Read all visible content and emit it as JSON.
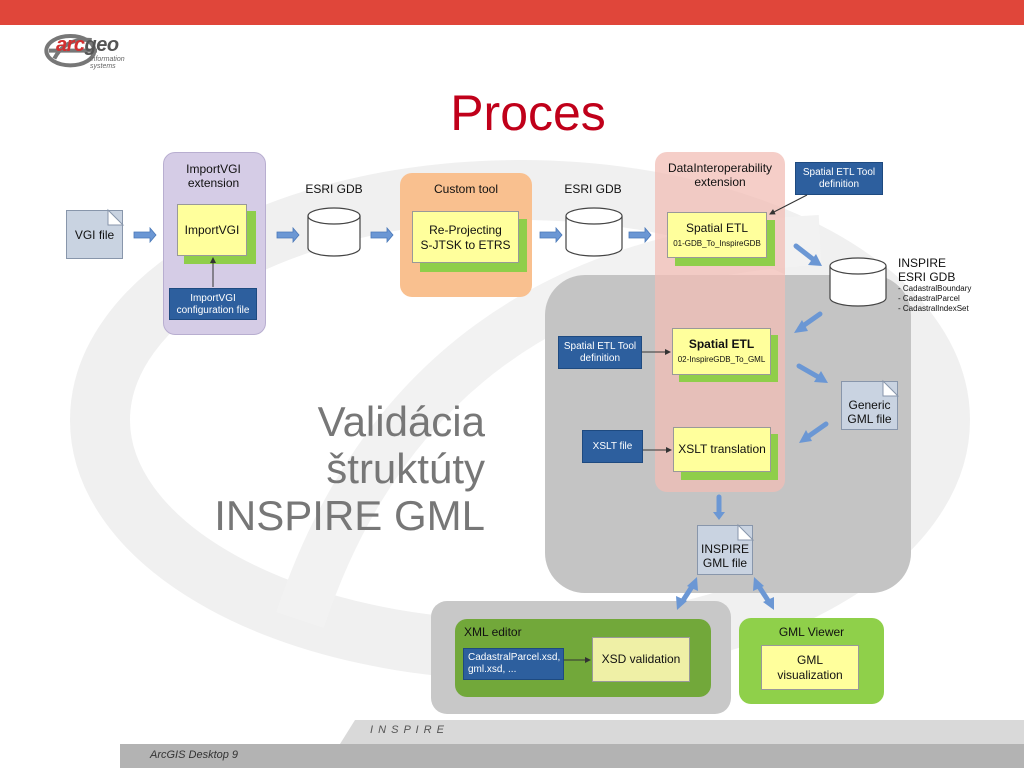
{
  "header": {
    "logo_text_arc": "arc",
    "logo_text_geo": "geo",
    "logo_sub_line1": "information",
    "logo_sub_line2": "systems",
    "title": "Proces"
  },
  "background_text": {
    "line1": "Validácia",
    "line2": "štruktúty",
    "line3": "INSPIRE GML"
  },
  "nodes": {
    "vgi_file": "VGI file",
    "importvgi_ext_line1": "ImportVGI",
    "importvgi_ext_line2": "extension",
    "importvgi": "ImportVGI",
    "importvgi_config_line1": "ImportVGI",
    "importvgi_config_line2": "configuration file",
    "esri_gdb_1": "ESRI GDB",
    "custom_tool": "Custom tool",
    "reproject_line1": "Re-Projecting",
    "reproject_line2": "S-JTSK to ETRS",
    "esri_gdb_2": "ESRI GDB",
    "datainterop_line1": "DataInteroperability",
    "datainterop_line2": "extension",
    "spatial_etl_def_top_line1": "Spatial ETL Tool",
    "spatial_etl_def_top_line2": "definition",
    "spatial_etl_1_title": "Spatial ETL",
    "spatial_etl_1_sub": "01-GDB_To_InspireGDB",
    "inspire_gdb_line1": "INSPIRE",
    "inspire_gdb_line2": "ESRI GDB",
    "inspire_gdb_items": [
      "- CadastralBoundary",
      "- CadastralParcel",
      "- CadastralIndexSet"
    ],
    "spatial_etl_def_mid_line1": "Spatial ETL Tool",
    "spatial_etl_def_mid_line2": "definition",
    "spatial_etl_2_title": "Spatial ETL",
    "spatial_etl_2_sub": "02-InspireGDB_To_GML",
    "generic_gml_line1": "Generic",
    "generic_gml_line2": "GML file",
    "xslt_file": "XSLT file",
    "xslt_translation": "XSLT translation",
    "inspire_gml_line1": "INSPIRE",
    "inspire_gml_line2": "GML file",
    "xml_editor": "XML editor",
    "xsd_files_line1": "CadastralParcel.xsd,",
    "xsd_files_line2": "gml.xsd, ...",
    "xsd_validation": "XSD validation",
    "gml_viewer": "GML Viewer",
    "gml_vis_line1": "GML",
    "gml_vis_line2": "visualization"
  },
  "footer": {
    "inspire": "I N S P I R E",
    "product": "ArcGIS Desktop 9"
  },
  "colors": {
    "accent_red": "#e0463a",
    "title_red": "#c0001a",
    "panel_purple": "#d5cce6",
    "panel_orange": "#f9c08f",
    "panel_pink": "#f2c7c0",
    "panel_gray": "#c4c4c4",
    "panel_green": "#7cb342",
    "note_yellow": "#ffff9c",
    "shadow_green": "#8fce4a",
    "box_blue": "#2d5f9e",
    "arrow_blue": "#5b8fd1"
  }
}
